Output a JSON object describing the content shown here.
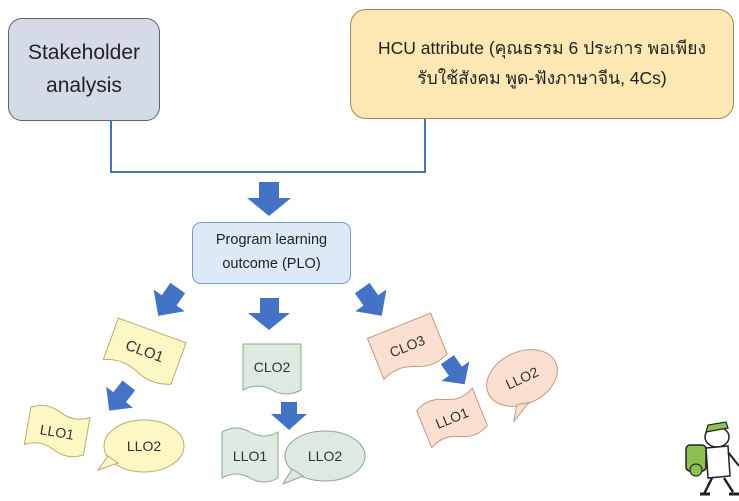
{
  "stakeholder": {
    "line1": "Stakeholder",
    "line2": "analysis"
  },
  "hcu": {
    "line1": "HCU attribute (คุณธรรม 6 ประการ พอเพียง",
    "line2": "รับใช้สังคม พูด-ฟังภาษาจีน, 4Cs)"
  },
  "plo": {
    "line1": "Program learning",
    "line2": "outcome (PLO)"
  },
  "clo1": {
    "label": "CLO1",
    "llo_a": "LLO1",
    "llo_b": "LLO2"
  },
  "clo2": {
    "label": "CLO2",
    "llo_a": "LLO1",
    "llo_b": "LLO2"
  },
  "clo3": {
    "label": "CLO3",
    "llo_a": "LLO1",
    "llo_b": "LLO2"
  },
  "colors": {
    "arrow": "#4472c4",
    "connector": "#4472c4",
    "clo1_fill": "#fdf7c3",
    "clo2_fill": "#deeadf",
    "clo3_fill": "#fbe0d2"
  }
}
